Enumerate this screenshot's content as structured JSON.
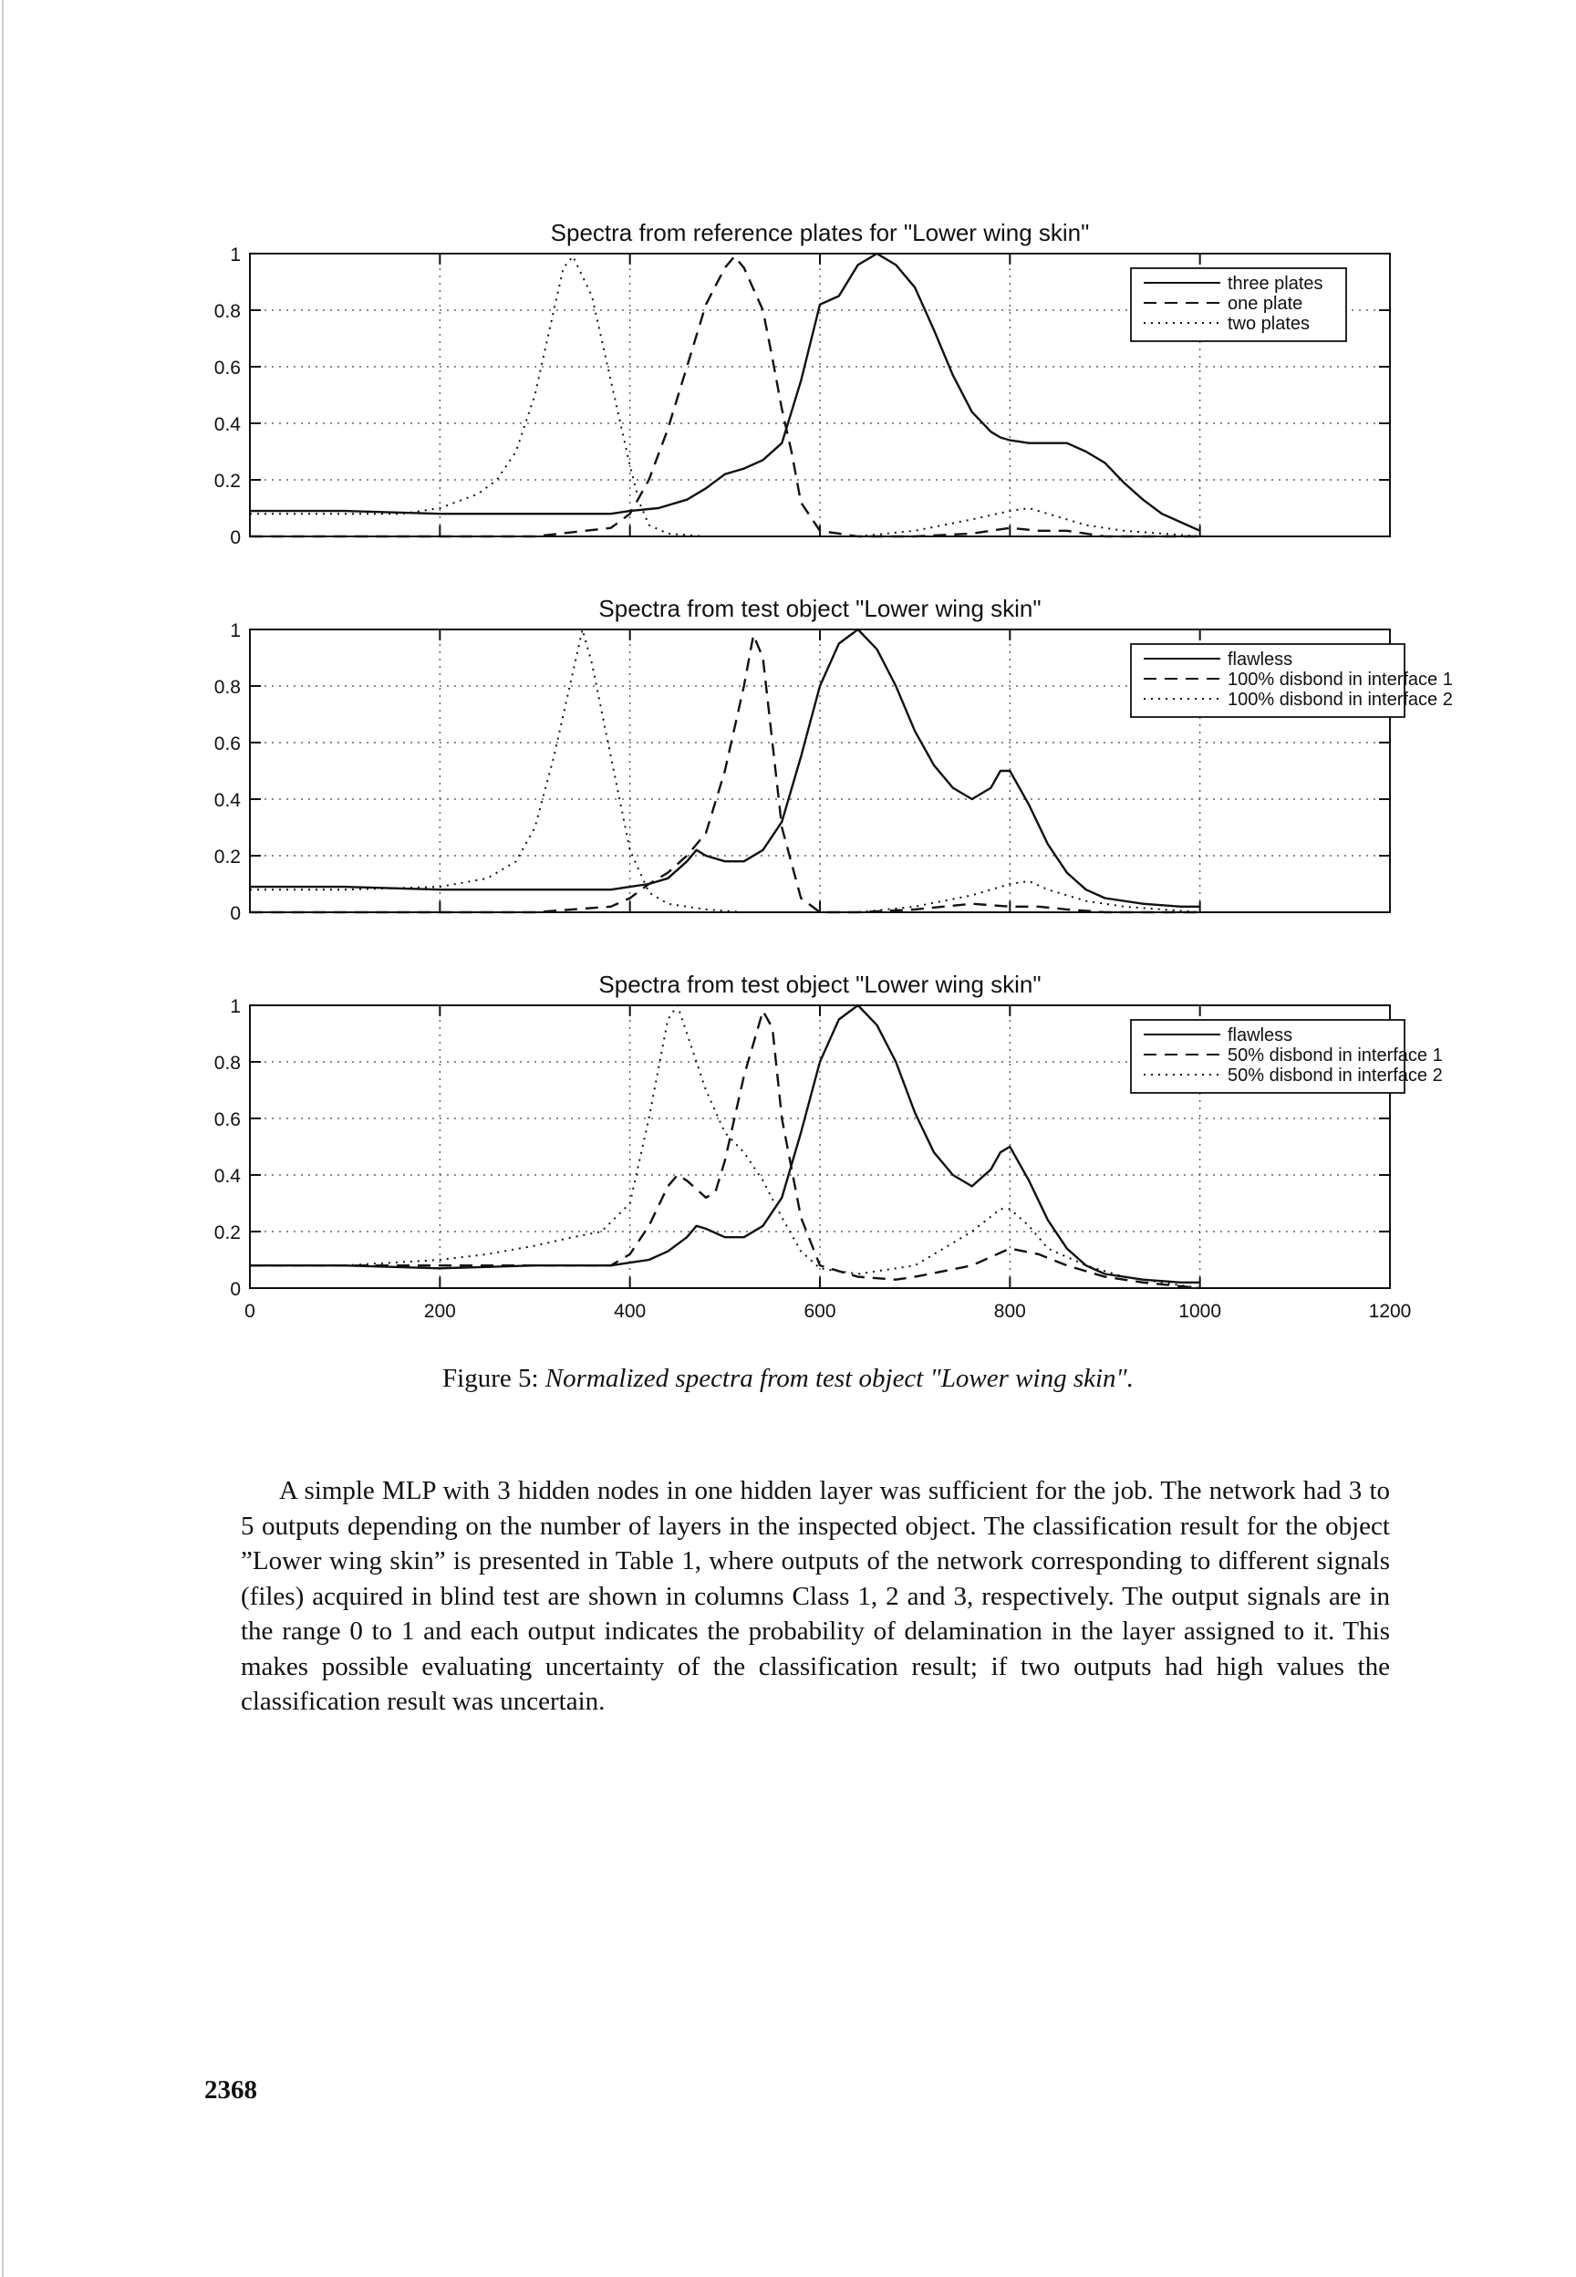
{
  "figure": {
    "caption_label": "Figure 5:",
    "caption_text": "Normalized spectra from test object \"Lower wing skin\"."
  },
  "chart_data": [
    {
      "type": "line",
      "title": "Spectra from reference plates for \"Lower wing skin\"",
      "xlim": [
        0,
        1200
      ],
      "ylim": [
        0,
        1
      ],
      "yticks": [
        0,
        0.2,
        0.4,
        0.6,
        0.8,
        1
      ],
      "yticklabels": [
        "0",
        "0.2",
        "0.4",
        "0.6",
        "0.8",
        "1"
      ],
      "grid": true,
      "legend": "top-right",
      "series": [
        {
          "name": "three plates",
          "style": "solid",
          "x": [
            0,
            100,
            200,
            300,
            380,
            400,
            430,
            460,
            480,
            500,
            520,
            540,
            560,
            580,
            600,
            620,
            640,
            660,
            680,
            700,
            720,
            740,
            760,
            780,
            790,
            800,
            820,
            840,
            860,
            880,
            900,
            920,
            940,
            960,
            980,
            1000
          ],
          "y": [
            0.09,
            0.09,
            0.08,
            0.08,
            0.08,
            0.09,
            0.1,
            0.13,
            0.17,
            0.22,
            0.24,
            0.27,
            0.33,
            0.55,
            0.82,
            0.85,
            0.96,
            1.0,
            0.96,
            0.88,
            0.73,
            0.57,
            0.44,
            0.37,
            0.35,
            0.34,
            0.33,
            0.33,
            0.33,
            0.3,
            0.26,
            0.19,
            0.13,
            0.08,
            0.05,
            0.02
          ]
        },
        {
          "name": "one plate",
          "style": "dashed",
          "x": [
            0,
            100,
            200,
            300,
            380,
            400,
            420,
            440,
            460,
            480,
            500,
            510,
            520,
            540,
            550,
            560,
            570,
            580,
            600,
            640,
            700,
            760,
            800,
            830,
            860,
            900,
            940,
            1000
          ],
          "y": [
            0.0,
            0.0,
            0.0,
            0.0,
            0.03,
            0.08,
            0.2,
            0.38,
            0.6,
            0.82,
            0.95,
            0.99,
            0.95,
            0.8,
            0.63,
            0.45,
            0.3,
            0.12,
            0.02,
            0.0,
            0.0,
            0.01,
            0.03,
            0.02,
            0.02,
            0.0,
            0.0,
            0.0
          ]
        },
        {
          "name": "two plates",
          "style": "dotted",
          "x": [
            0,
            100,
            160,
            200,
            240,
            260,
            280,
            300,
            320,
            330,
            340,
            360,
            380,
            400,
            410,
            420,
            440,
            480,
            520,
            560,
            600,
            640,
            700,
            760,
            800,
            820,
            840,
            880,
            920,
            960,
            1000
          ],
          "y": [
            0.08,
            0.08,
            0.08,
            0.1,
            0.15,
            0.2,
            0.3,
            0.5,
            0.8,
            0.95,
            0.99,
            0.85,
            0.55,
            0.25,
            0.12,
            0.04,
            0.01,
            0.0,
            0.0,
            0.0,
            0.0,
            0.0,
            0.02,
            0.06,
            0.09,
            0.1,
            0.08,
            0.04,
            0.02,
            0.01,
            0.0
          ]
        }
      ]
    },
    {
      "type": "line",
      "title": "Spectra from test object \"Lower wing skin\"",
      "xlim": [
        0,
        1200
      ],
      "ylim": [
        0,
        1
      ],
      "yticks": [
        0,
        0.2,
        0.4,
        0.6,
        0.8,
        1
      ],
      "yticklabels": [
        "0",
        "0.2",
        "0.4",
        "0.6",
        "0.8",
        "1"
      ],
      "grid": true,
      "legend": "top-right",
      "series": [
        {
          "name": "flawless",
          "style": "solid",
          "x": [
            0,
            100,
            200,
            300,
            380,
            400,
            420,
            440,
            460,
            470,
            480,
            500,
            520,
            540,
            560,
            580,
            600,
            620,
            640,
            660,
            680,
            700,
            720,
            740,
            760,
            780,
            790,
            800,
            820,
            840,
            860,
            880,
            900,
            940,
            980,
            1000
          ],
          "y": [
            0.09,
            0.09,
            0.08,
            0.08,
            0.08,
            0.09,
            0.1,
            0.12,
            0.18,
            0.22,
            0.2,
            0.18,
            0.18,
            0.22,
            0.32,
            0.55,
            0.8,
            0.95,
            1.0,
            0.93,
            0.8,
            0.64,
            0.52,
            0.44,
            0.4,
            0.44,
            0.5,
            0.5,
            0.38,
            0.24,
            0.14,
            0.08,
            0.05,
            0.03,
            0.02,
            0.02
          ]
        },
        {
          "name": "100% disbond in interface 1",
          "style": "dashed",
          "x": [
            0,
            100,
            200,
            300,
            380,
            400,
            420,
            440,
            460,
            480,
            500,
            520,
            530,
            540,
            550,
            560,
            580,
            600,
            620,
            640,
            700,
            760,
            800,
            830,
            860,
            900,
            940,
            1000
          ],
          "y": [
            0.0,
            0.0,
            0.0,
            0.0,
            0.02,
            0.05,
            0.1,
            0.14,
            0.2,
            0.28,
            0.5,
            0.8,
            0.98,
            0.9,
            0.6,
            0.3,
            0.05,
            0.0,
            0.0,
            0.0,
            0.01,
            0.03,
            0.02,
            0.02,
            0.01,
            0.0,
            0.0,
            0.0
          ]
        },
        {
          "name": "100% disbond in interface 2",
          "style": "dotted",
          "x": [
            0,
            100,
            200,
            250,
            280,
            300,
            320,
            340,
            350,
            360,
            380,
            400,
            420,
            440,
            480,
            520,
            560,
            600,
            640,
            700,
            760,
            800,
            820,
            840,
            880,
            920,
            960,
            1000
          ],
          "y": [
            0.08,
            0.08,
            0.09,
            0.12,
            0.18,
            0.3,
            0.55,
            0.85,
            1.0,
            0.88,
            0.55,
            0.22,
            0.07,
            0.03,
            0.01,
            0.0,
            0.0,
            0.0,
            0.0,
            0.02,
            0.06,
            0.1,
            0.11,
            0.08,
            0.04,
            0.02,
            0.01,
            0.0
          ]
        }
      ]
    },
    {
      "type": "line",
      "title": "Spectra from test object \"Lower wing skin\"",
      "xlim": [
        0,
        1200
      ],
      "ylim": [
        0,
        1
      ],
      "xticks": [
        0,
        200,
        400,
        600,
        800,
        1000,
        1200
      ],
      "xticklabels": [
        "0",
        "200",
        "400",
        "600",
        "800",
        "1000",
        "1200"
      ],
      "yticks": [
        0,
        0.2,
        0.4,
        0.6,
        0.8,
        1
      ],
      "yticklabels": [
        "0",
        "0.2",
        "0.4",
        "0.6",
        "0.8",
        "1"
      ],
      "grid": true,
      "legend": "top-right",
      "series": [
        {
          "name": "flawless",
          "style": "solid",
          "x": [
            0,
            100,
            200,
            300,
            380,
            400,
            420,
            440,
            460,
            470,
            480,
            500,
            520,
            540,
            560,
            580,
            600,
            620,
            640,
            660,
            680,
            700,
            720,
            740,
            760,
            780,
            790,
            800,
            820,
            840,
            860,
            880,
            900,
            940,
            980,
            1000
          ],
          "y": [
            0.08,
            0.08,
            0.07,
            0.08,
            0.08,
            0.09,
            0.1,
            0.13,
            0.18,
            0.22,
            0.21,
            0.18,
            0.18,
            0.22,
            0.32,
            0.55,
            0.8,
            0.95,
            1.0,
            0.93,
            0.8,
            0.62,
            0.48,
            0.4,
            0.36,
            0.42,
            0.48,
            0.5,
            0.38,
            0.24,
            0.14,
            0.08,
            0.05,
            0.03,
            0.02,
            0.02
          ]
        },
        {
          "name": "50% disbond in interface 1",
          "style": "dashed",
          "x": [
            0,
            100,
            200,
            300,
            380,
            400,
            420,
            440,
            450,
            460,
            480,
            490,
            500,
            520,
            540,
            550,
            560,
            580,
            600,
            640,
            680,
            700,
            760,
            800,
            830,
            860,
            900,
            940,
            1000
          ],
          "y": [
            0.08,
            0.08,
            0.08,
            0.08,
            0.08,
            0.12,
            0.22,
            0.36,
            0.4,
            0.38,
            0.32,
            0.34,
            0.45,
            0.75,
            0.98,
            0.92,
            0.6,
            0.25,
            0.08,
            0.04,
            0.03,
            0.04,
            0.08,
            0.14,
            0.12,
            0.08,
            0.04,
            0.02,
            0.0
          ]
        },
        {
          "name": "50% disbond in interface 2",
          "style": "dotted",
          "x": [
            0,
            100,
            200,
            250,
            300,
            340,
            370,
            400,
            420,
            440,
            450,
            460,
            480,
            500,
            520,
            540,
            560,
            580,
            600,
            640,
            700,
            760,
            790,
            800,
            820,
            840,
            880,
            920,
            960,
            1000
          ],
          "y": [
            0.08,
            0.08,
            0.1,
            0.12,
            0.15,
            0.18,
            0.2,
            0.3,
            0.6,
            0.95,
            1.0,
            0.9,
            0.7,
            0.55,
            0.48,
            0.38,
            0.25,
            0.13,
            0.07,
            0.05,
            0.08,
            0.2,
            0.28,
            0.28,
            0.22,
            0.14,
            0.08,
            0.04,
            0.02,
            0.0
          ]
        }
      ]
    }
  ],
  "body": {
    "paragraph": "A simple MLP with 3 hidden nodes in one hidden layer was sufficient for the job. The network had 3 to 5 outputs depending on the number of layers in the inspected object. The classification result for the object ”Lower wing skin” is presented in Table 1, where outputs of the network corresponding to different signals (files) acquired in blind test are shown in columns Class 1, 2 and 3, respectively. The output signals are in the range 0 to 1 and each output indicates the probability of delamination in the layer assigned to it. This makes possible evaluating uncertainty of the classification result; if two outputs had high values the classification result was uncertain.",
    "page_number": "2368"
  }
}
